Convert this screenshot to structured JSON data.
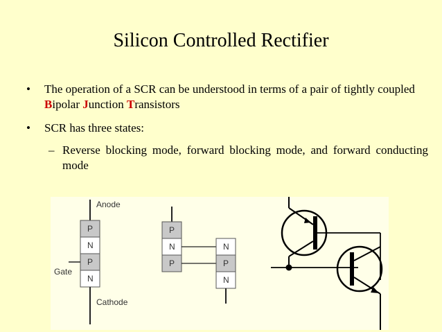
{
  "title": "Silicon Controlled Rectifier",
  "bullets": [
    {
      "marker": "•",
      "parts": [
        "The operation of a SCR can be understood in terms of a pair of tightly coupled ",
        "B",
        "ipolar ",
        "J",
        "unction ",
        "T",
        "ransistors"
      ]
    },
    {
      "marker": "•",
      "text": "SCR has three states:",
      "sub": {
        "marker": "–",
        "text": "Reverse blocking mode, forward blocking mode, and forward conducting mode"
      }
    }
  ],
  "figure": {
    "anode_label": "Anode",
    "gate_label": "Gate",
    "cathode_label": "Cathode",
    "layers": [
      "P",
      "N",
      "P",
      "N"
    ],
    "split_left": [
      "P",
      "N",
      "P"
    ],
    "split_right": [
      "N",
      "P",
      "N"
    ]
  },
  "colors": {
    "background": "#FFFFCC",
    "highlight": "#CC0000",
    "layer_fill": "#C8C8C8"
  }
}
